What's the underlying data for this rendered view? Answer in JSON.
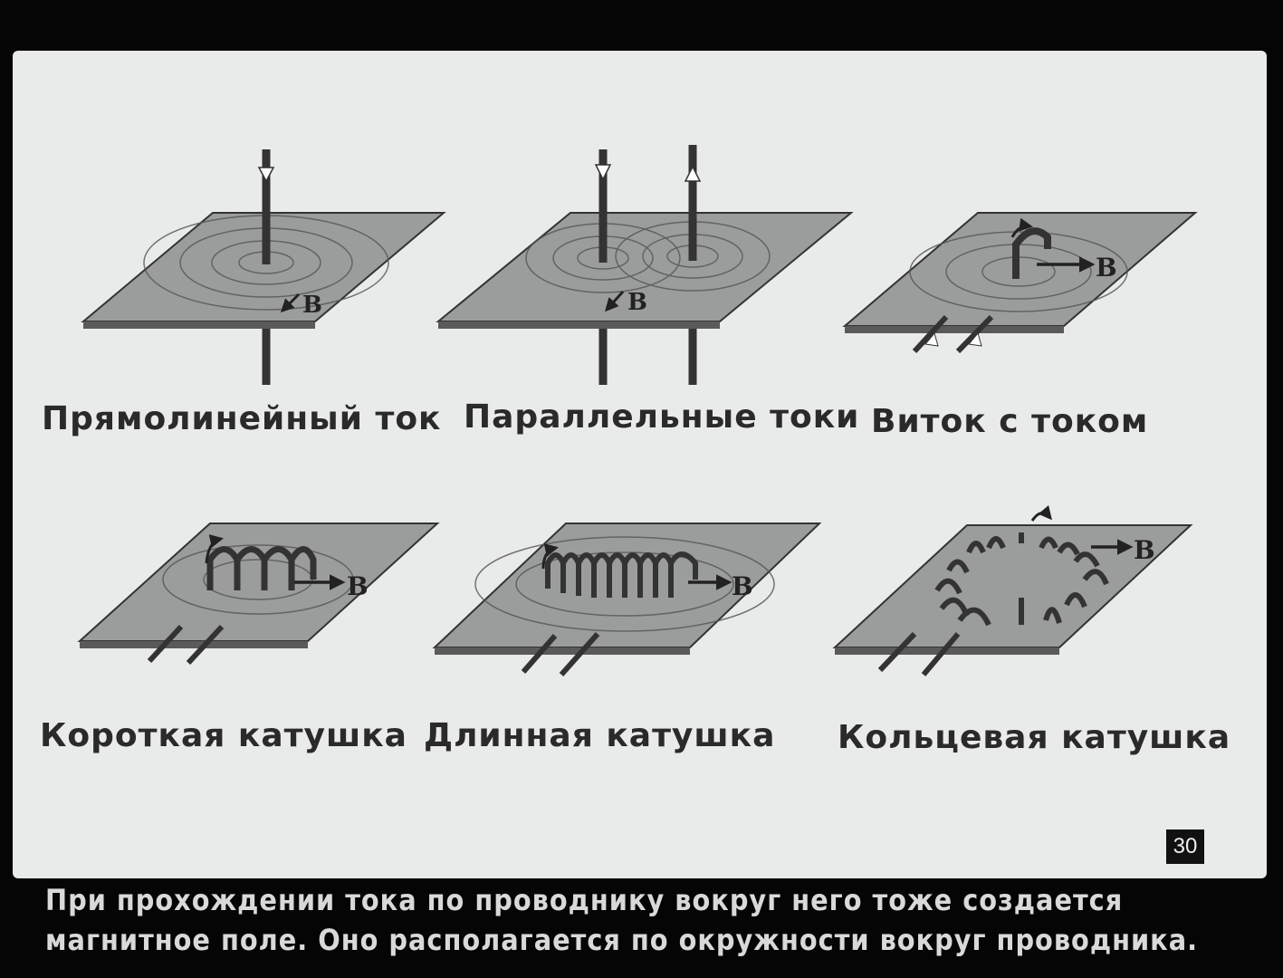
{
  "panels": [
    {
      "label": "Прямолинейный ток",
      "field": "B"
    },
    {
      "label": "Параллельные токи",
      "field": "B"
    },
    {
      "label": "Виток с током",
      "field": "B"
    },
    {
      "label": "Короткая катушка",
      "field": "B"
    },
    {
      "label": "Длинная катушка",
      "field": "B"
    },
    {
      "label": "Кольцевая катушка",
      "field": "B"
    }
  ],
  "page_number": "30",
  "caption": {
    "line1": "При прохождении тока по проводнику вокруг него тоже создается",
    "line2": "магнитное поле. Оно располагается по окружности вокруг проводника."
  },
  "colors": {
    "plate": "#9b9d9c",
    "background": "#e9eaea",
    "frame": "#050505"
  }
}
